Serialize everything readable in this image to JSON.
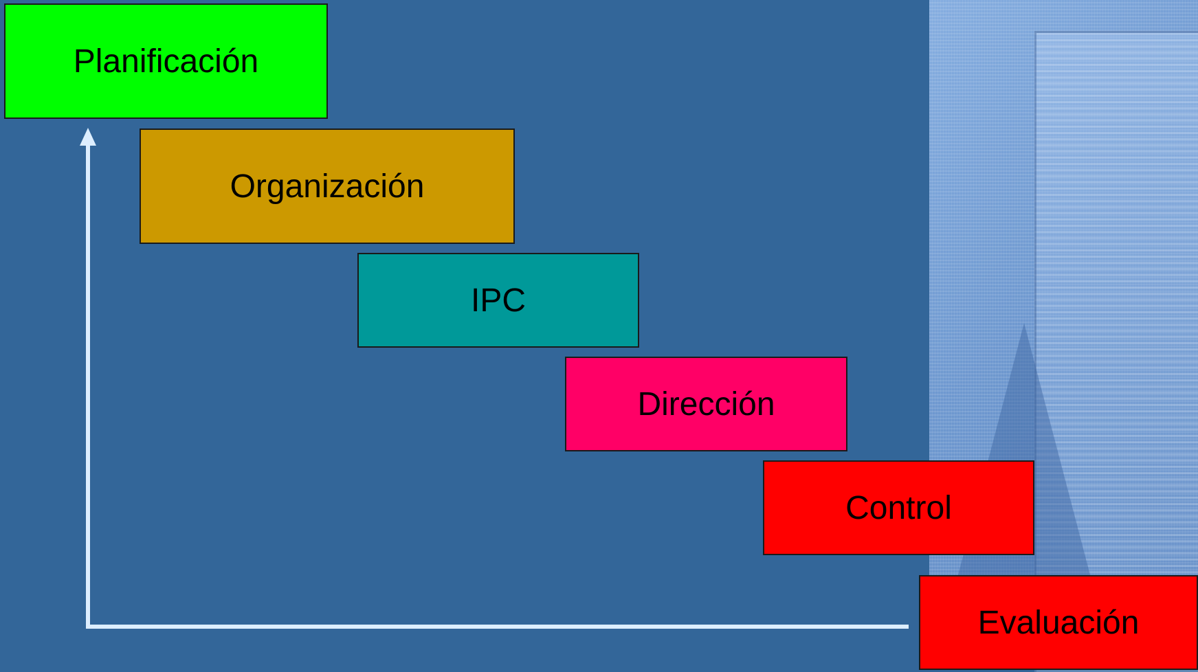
{
  "stages": [
    {
      "label": "Planificación",
      "color": "#00ff00"
    },
    {
      "label": "Organización",
      "color": "#cc9900"
    },
    {
      "label": "IPC",
      "color": "#009999"
    },
    {
      "label": "Dirección",
      "color": "#ff0066"
    },
    {
      "label": "Control",
      "color": "#ff0000"
    },
    {
      "label": "Evaluación",
      "color": "#ff0000"
    }
  ],
  "colors": {
    "background": "#336699",
    "arrow": "#ddeeff"
  }
}
